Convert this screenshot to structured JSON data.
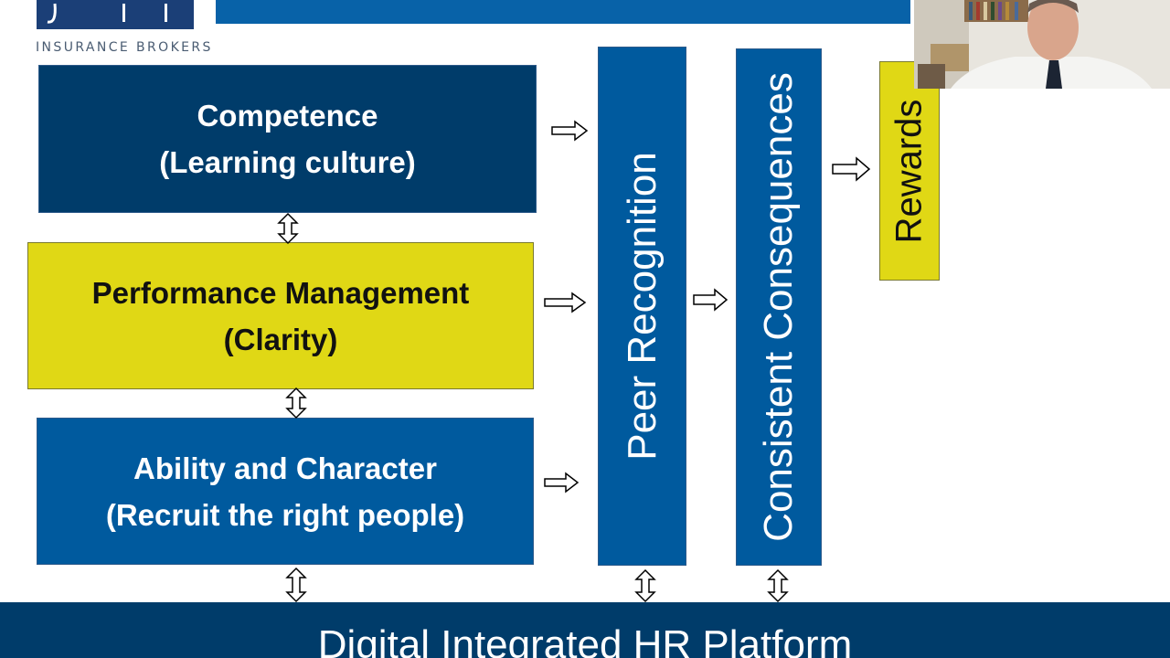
{
  "logo": {
    "subtitle": "INSURANCE BROKERS",
    "brand_color": "#1b3f77"
  },
  "title_bar": {
    "color": "#0862a8"
  },
  "boxes": {
    "competence": {
      "line1": "Competence",
      "line2": "(Learning culture)"
    },
    "performance": {
      "line1": "Performance Management",
      "line2": "(Clarity)"
    },
    "ability": {
      "line1": "Ability and Character",
      "line2": "(Recruit the right people)"
    }
  },
  "columns": {
    "peer": "Peer Recognition",
    "consequences": "Consistent Consequences",
    "rewards": "Rewards"
  },
  "platform": {
    "title": "Digital Integrated HR Platform"
  },
  "colors": {
    "dark_navy": "#003c6a",
    "blue": "#005a9e",
    "yellow": "#e0d815"
  },
  "icons": {
    "arrow_right": "arrow-right-icon",
    "arrow_updown": "arrow-updown-icon"
  }
}
